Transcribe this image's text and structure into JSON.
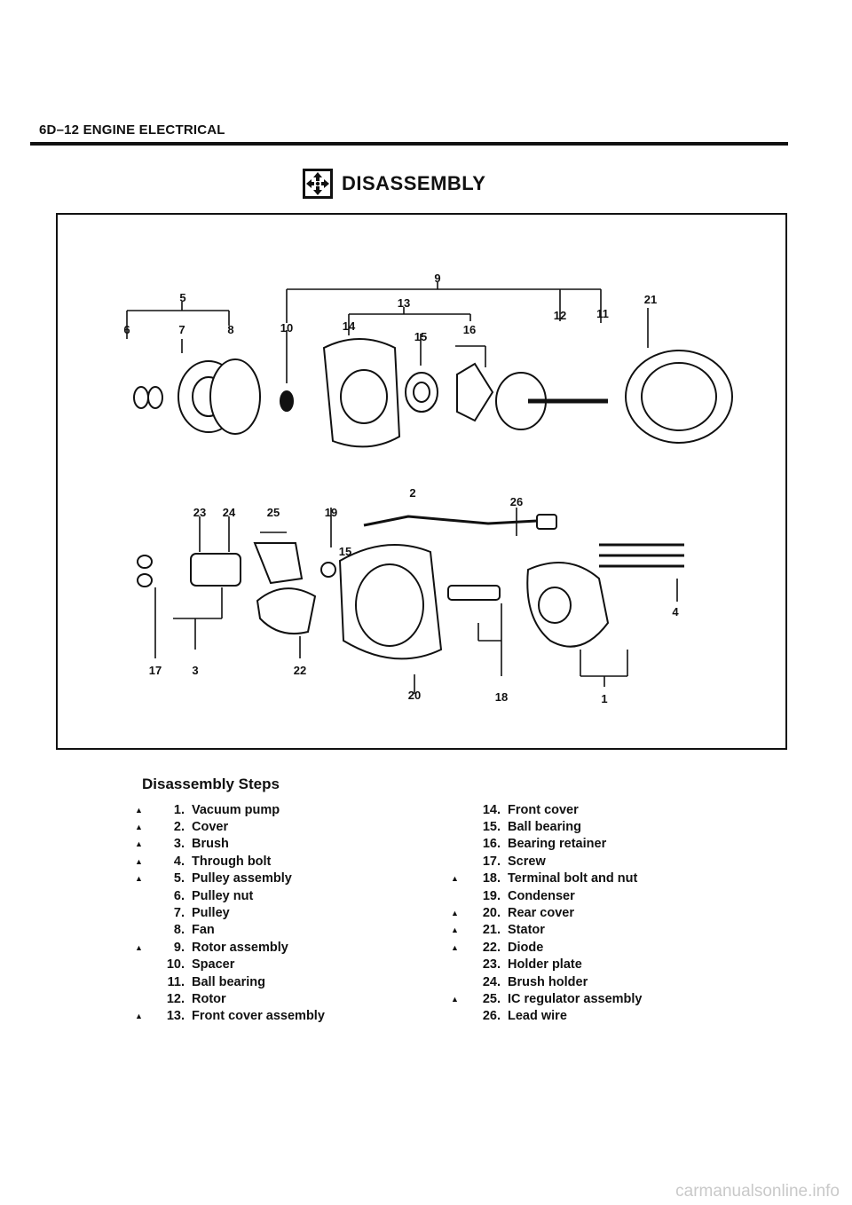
{
  "header": {
    "section": "6D–12 ENGINE ELECTRICAL"
  },
  "title": "DISASSEMBLY",
  "title_icon": "disassembly-arrows-icon",
  "figure": {
    "callouts": [
      "1",
      "2",
      "3",
      "4",
      "5",
      "6",
      "7",
      "8",
      "9",
      "10",
      "11",
      "12",
      "13",
      "14",
      "15",
      "16",
      "17",
      "18",
      "19",
      "20",
      "21",
      "22",
      "23",
      "24",
      "25",
      "26"
    ],
    "extra_15": "15"
  },
  "steps_title": "Disassembly Steps",
  "steps_left": [
    {
      "mark": "▲",
      "num": "1.",
      "label": "Vacuum pump"
    },
    {
      "mark": "▲",
      "num": "2.",
      "label": "Cover"
    },
    {
      "mark": "▲",
      "num": "3.",
      "label": "Brush"
    },
    {
      "mark": "▲",
      "num": "4.",
      "label": "Through bolt"
    },
    {
      "mark": "▲",
      "num": "5.",
      "label": "Pulley assembly"
    },
    {
      "mark": "",
      "num": "6.",
      "label": "Pulley nut"
    },
    {
      "mark": "",
      "num": "7.",
      "label": "Pulley"
    },
    {
      "mark": "",
      "num": "8.",
      "label": "Fan"
    },
    {
      "mark": "▲",
      "num": "9.",
      "label": "Rotor assembly"
    },
    {
      "mark": "",
      "num": "10.",
      "label": "Spacer"
    },
    {
      "mark": "",
      "num": "11.",
      "label": "Ball bearing"
    },
    {
      "mark": "",
      "num": "12.",
      "label": "Rotor"
    },
    {
      "mark": "▲",
      "num": "13.",
      "label": "Front cover assembly"
    }
  ],
  "steps_right": [
    {
      "mark": "",
      "num": "14.",
      "label": "Front cover"
    },
    {
      "mark": "",
      "num": "15.",
      "label": "Ball bearing"
    },
    {
      "mark": "",
      "num": "16.",
      "label": "Bearing retainer"
    },
    {
      "mark": "",
      "num": "17.",
      "label": "Screw"
    },
    {
      "mark": "▲",
      "num": "18.",
      "label": "Terminal bolt and nut"
    },
    {
      "mark": "",
      "num": "19.",
      "label": "Condenser"
    },
    {
      "mark": "▲",
      "num": "20.",
      "label": "Rear cover"
    },
    {
      "mark": "▲",
      "num": "21.",
      "label": "Stator"
    },
    {
      "mark": "▲",
      "num": "22.",
      "label": "Diode"
    },
    {
      "mark": "",
      "num": "23.",
      "label": "Holder plate"
    },
    {
      "mark": "",
      "num": "24.",
      "label": "Brush holder"
    },
    {
      "mark": "▲",
      "num": "25.",
      "label": "IC regulator assembly"
    },
    {
      "mark": "",
      "num": "26.",
      "label": "Lead wire"
    }
  ],
  "footer": "carmanualsonline.info"
}
